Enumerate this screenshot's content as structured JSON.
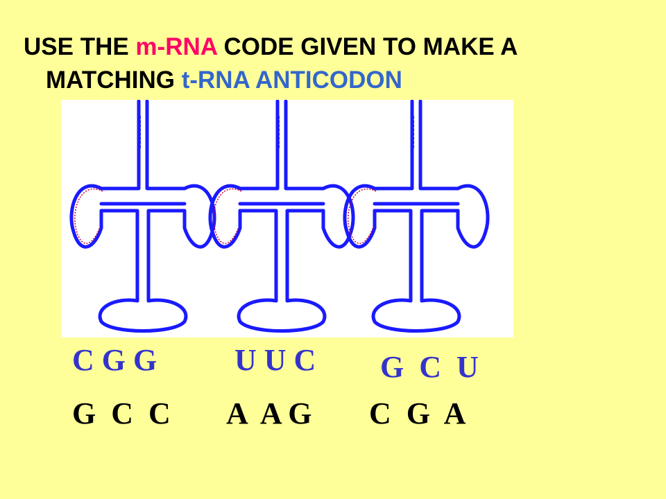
{
  "title": {
    "part1": "USE THE ",
    "mrna": "m-RNA",
    "part2": " CODE GIVEN TO MAKE A",
    "part3": "MATCHING ",
    "trna": "t-RNA ANTICODON"
  },
  "colors": {
    "background": "#ffff99",
    "mrna_highlight": "#ff0066",
    "trna_highlight": "#3366cc",
    "anticodon_text": "#3333cc",
    "codon_text": "#000000",
    "trna_outline": "#1a1aff",
    "loop_accent": "#cc0033",
    "panel": "#ffffff"
  },
  "anticodons": [
    "C G G",
    "U U C",
    "G  C  U"
  ],
  "codons": [
    "G  C  C",
    "A  A G",
    "C  G  A"
  ]
}
